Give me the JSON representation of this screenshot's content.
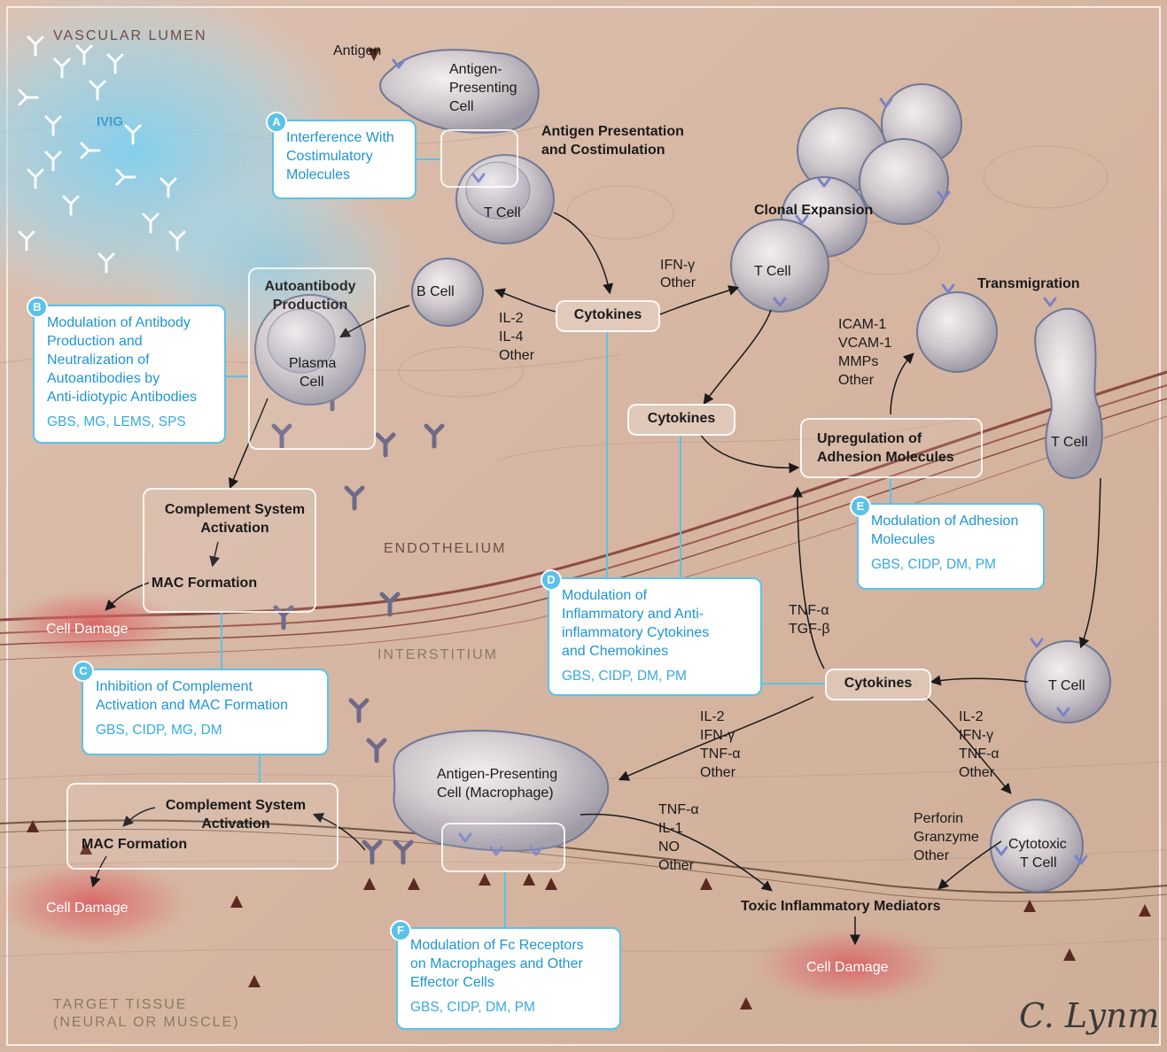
{
  "regions": {
    "vascular_lumen": "VASCULAR LUMEN",
    "endothelium": "ENDOTHELIUM",
    "interstitium": "INTERSTITIUM",
    "target_tissue_line1": "TARGET TISSUE",
    "target_tissue_line2": "(NEURAL OR MUSCLE)"
  },
  "colors": {
    "tissue_background": "#d8b8a4",
    "callout_border": "#5bc2ea",
    "callout_text": "#1e95d4",
    "ivig_glow": "#7fd0f0",
    "antigen": "#5a2a22",
    "cell_damage": "#d9595b"
  },
  "labels": {
    "antigen": "Antigen",
    "ivig": "IVIG",
    "apc_line1": "Antigen-",
    "apc_line2": "Presenting",
    "apc_line3": "Cell",
    "antigen_presentation_line1": "Antigen Presentation",
    "antigen_presentation_line2": "and Costimulation",
    "t_cell": "T Cell",
    "clonal_expansion": "Clonal Expansion",
    "b_cell": "B Cell",
    "autoantibody_line1": "Autoantibody",
    "autoantibody_line2": "Production",
    "plasma_line1": "Plasma",
    "plasma_line2": "Cell",
    "cytokines": "Cytokines",
    "ifn_other_1": "IFN-γ",
    "ifn_other_2": "Other",
    "il_1": "IL-2",
    "il_2": "IL-4",
    "il_3": "Other",
    "transmigration": "Transmigration",
    "adhesion_mol_1": "ICAM-1",
    "adhesion_mol_2": "VCAM-1",
    "adhesion_mol_3": "MMPs",
    "adhesion_mol_4": "Other",
    "upregulation_line1": "Upregulation of",
    "upregulation_line2": "Adhesion Molecules",
    "complement_line1": "Complement System",
    "complement_line2": "Activation",
    "mac_formation": "MAC Formation",
    "cell_damage": "Cell Damage",
    "tnf_tgf_1": "TNF-α",
    "tnf_tgf_2": "TGF-β",
    "left_cyto_1": "IL-2",
    "left_cyto_2": "IFN-γ",
    "left_cyto_3": "TNF-α",
    "left_cyto_4": "Other",
    "right_cyto_1": "IL-2",
    "right_cyto_2": "IFN-γ",
    "right_cyto_3": "TNF-α",
    "right_cyto_4": "Other",
    "macrophage_line1": "Antigen-Presenting",
    "macrophage_line2": "Cell (Macrophage)",
    "mediators_1": "TNF-α",
    "mediators_2": "IL-1",
    "mediators_3": "NO",
    "mediators_4": "Other",
    "perforin_1": "Perforin",
    "perforin_2": "Granzyme",
    "perforin_3": "Other",
    "cytotoxic_line1": "Cytotoxic",
    "cytotoxic_line2": "T Cell",
    "toxic_mediators": "Toxic Inflammatory Mediators",
    "signature": "C. Lynm"
  },
  "callouts": [
    {
      "letter": "A",
      "lines": [
        "Interference With",
        "Costimulatory",
        "Molecules"
      ],
      "diseases": ""
    },
    {
      "letter": "B",
      "lines": [
        "Modulation of Antibody",
        "Production and",
        "Neutralization of",
        "Autoantibodies by",
        "Anti-idiotypic Antibodies"
      ],
      "diseases": "GBS, MG, LEMS, SPS"
    },
    {
      "letter": "C",
      "lines": [
        "Inhibition of Complement",
        "Activation and MAC Formation"
      ],
      "diseases": "GBS, CIDP, MG, DM"
    },
    {
      "letter": "D",
      "lines": [
        "Modulation of",
        "Inflammatory and Anti-",
        "inflammatory Cytokines",
        "and Chemokines"
      ],
      "diseases": "GBS, CIDP, DM, PM"
    },
    {
      "letter": "E",
      "lines": [
        "Modulation of Adhesion",
        "Molecules"
      ],
      "diseases": "GBS, CIDP, DM, PM"
    },
    {
      "letter": "F",
      "lines": [
        "Modulation of Fc Receptors",
        "on Macrophages and Other",
        "Effector Cells"
      ],
      "diseases": "GBS, CIDP, DM, PM"
    }
  ]
}
